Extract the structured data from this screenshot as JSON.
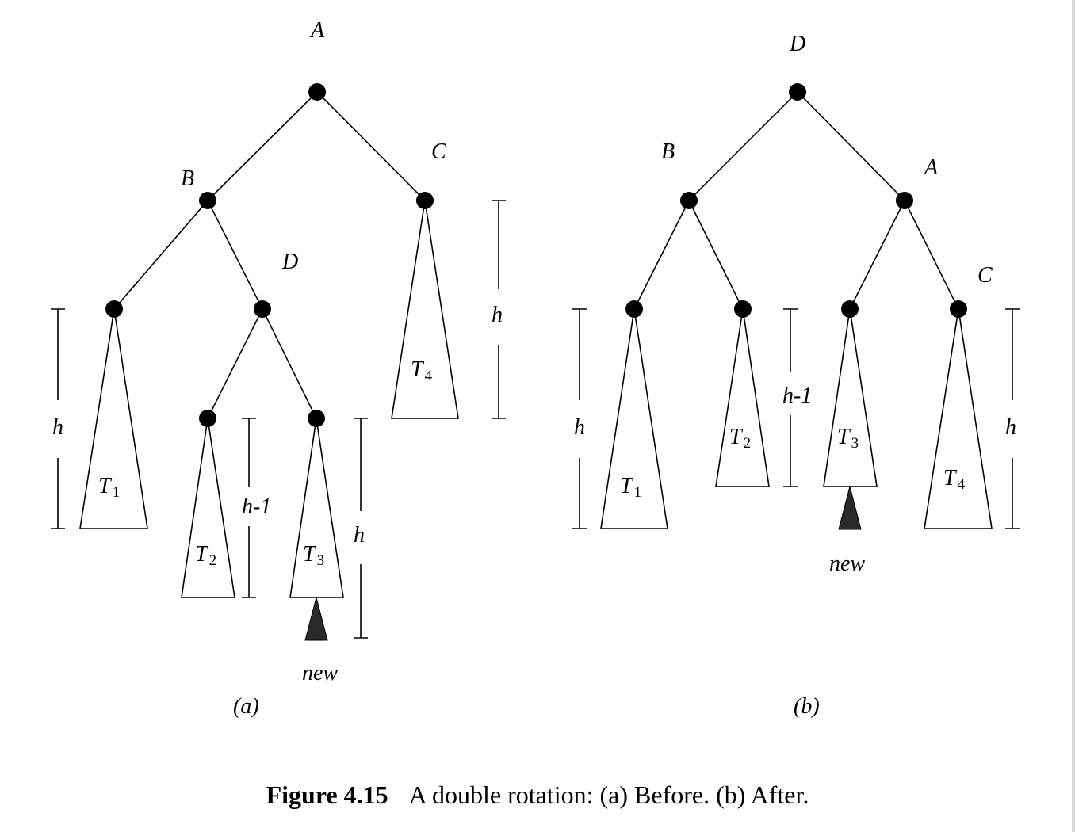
{
  "caption": {
    "number": "Figure 4.15",
    "text": "A double rotation: (a) Before. (b) After."
  },
  "panel_a": {
    "label": "(a)",
    "nodes": {
      "A": "A",
      "B": "B",
      "C": "C",
      "D": "D"
    },
    "subtrees": {
      "T1": {
        "letter": "T",
        "index": "1"
      },
      "T2": {
        "letter": "T",
        "index": "2"
      },
      "T3": {
        "letter": "T",
        "index": "3"
      },
      "T4": {
        "letter": "T",
        "index": "4"
      }
    },
    "heights": {
      "t1": "h",
      "t2": "h-1",
      "t3": "h",
      "t4": "h"
    },
    "new_label": "new"
  },
  "panel_b": {
    "label": "(b)",
    "nodes": {
      "D": "D",
      "B": "B",
      "A": "A",
      "C": "C"
    },
    "subtrees": {
      "T1": {
        "letter": "T",
        "index": "1"
      },
      "T2": {
        "letter": "T",
        "index": "2"
      },
      "T3": {
        "letter": "T",
        "index": "3"
      },
      "T4": {
        "letter": "T",
        "index": "4"
      }
    },
    "heights": {
      "t1": "h",
      "t23": "h-1",
      "t4": "h"
    },
    "new_label": "new"
  }
}
